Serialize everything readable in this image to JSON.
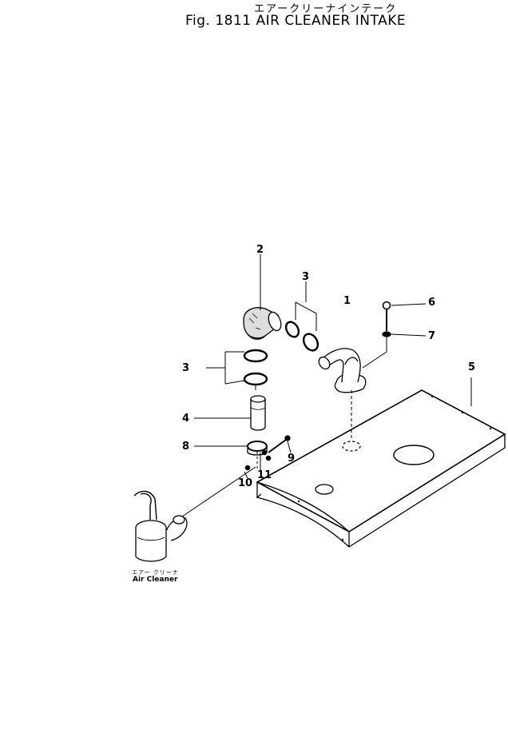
{
  "header": {
    "title_jp": "エアークリーナインテーク",
    "title_en": "Fig. 1811 AIR CLEANER INTAKE"
  },
  "part_labels": {
    "p1": "1",
    "p2": "2",
    "p3_upper": "3",
    "p3_lower": "3",
    "p4": "4",
    "p5": "5",
    "p6": "6",
    "p7": "7",
    "p8": "8",
    "p9": "9",
    "p10": "10",
    "p11": "11"
  },
  "air_cleaner": {
    "label_jp": "エアー クリーナ",
    "label_en": "Air Cleaner"
  }
}
